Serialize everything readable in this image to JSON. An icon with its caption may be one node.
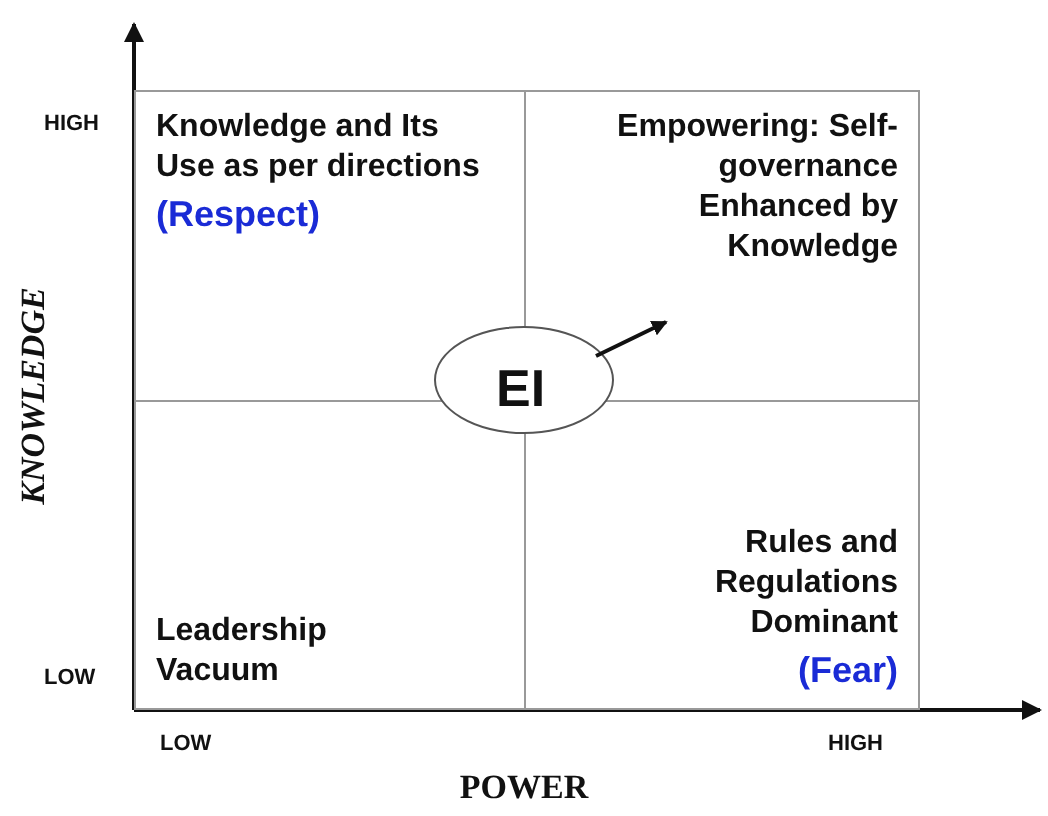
{
  "diagram": {
    "nodes": [
      {
        "text": [
          "Knowledge and Its Use as per directions",
          "(Respect)"
        ]
      },
      {
        "text": [
          "Empowering: Self-governance Enhanced by Knowledge"
        ]
      },
      {
        "text": [
          "Leadership Vacuum"
        ]
      },
      {
        "text": [
          "Rules and Regulations Dominant",
          "(Fear)"
        ]
      },
      {
        "text": [
          "EI"
        ]
      }
    ],
    "edges": [
      {
        "from": 4,
        "to": 1,
        "arrow": "to"
      }
    ],
    "labels": [
      "HIGH",
      "KNOWLEDGE",
      "LOW",
      "LOW",
      "HIGH",
      "POWER"
    ]
  }
}
